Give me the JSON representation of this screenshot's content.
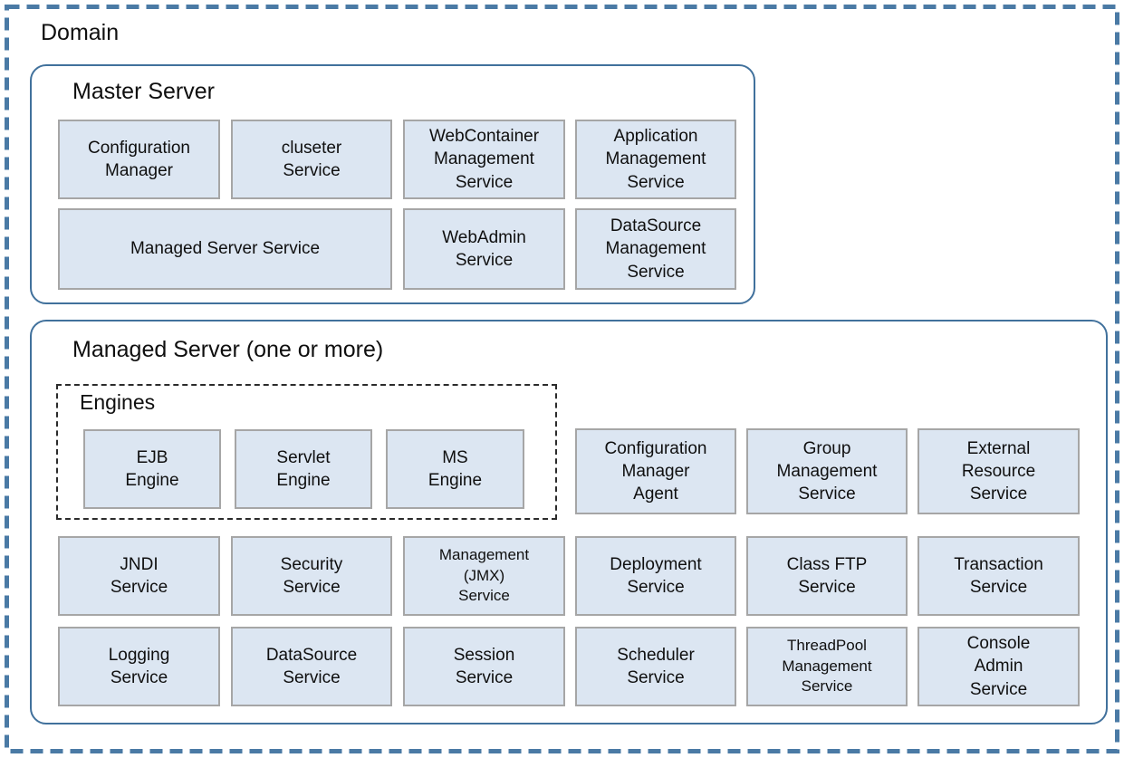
{
  "domain": {
    "label": "Domain"
  },
  "master_server": {
    "title": "Master Server",
    "row1": [
      "Configuration\nManager",
      "cluseter\nService",
      "WebContainer\nManagement\nService",
      "Application\nManagement\nService"
    ],
    "row2": [
      "Managed Server Service",
      "WebAdmin\nService",
      "DataSource\nManagement\nService"
    ]
  },
  "managed_server": {
    "title": "Managed Server (one or more)",
    "engines": {
      "title": "Engines",
      "items": [
        "EJB\nEngine",
        "Servlet\nEngine",
        "MS\nEngine"
      ]
    },
    "top_row": [
      "Configuration\nManager\nAgent",
      "Group\nManagement\nService",
      "External\nResource\nService"
    ],
    "middle_row": [
      "JNDI\nService",
      "Security\nService",
      "Management\n(JMX)\nService",
      "Deployment\nService",
      "Class FTP\nService",
      "Transaction\nService"
    ],
    "bottom_row": [
      "Logging\nService",
      "DataSource\nService",
      "Session\nService",
      "Scheduler\nService",
      "ThreadPool\nManagement\nService",
      "Console\nAdmin\nService"
    ]
  },
  "colors": {
    "box_fill": "#dce6f2",
    "box_border": "#a6a6a6",
    "container_border": "#41719c",
    "outer_dashed_border": "#4a7aa5",
    "engines_dashed_border": "#2b2b2b",
    "text": "#0f0f0f"
  }
}
